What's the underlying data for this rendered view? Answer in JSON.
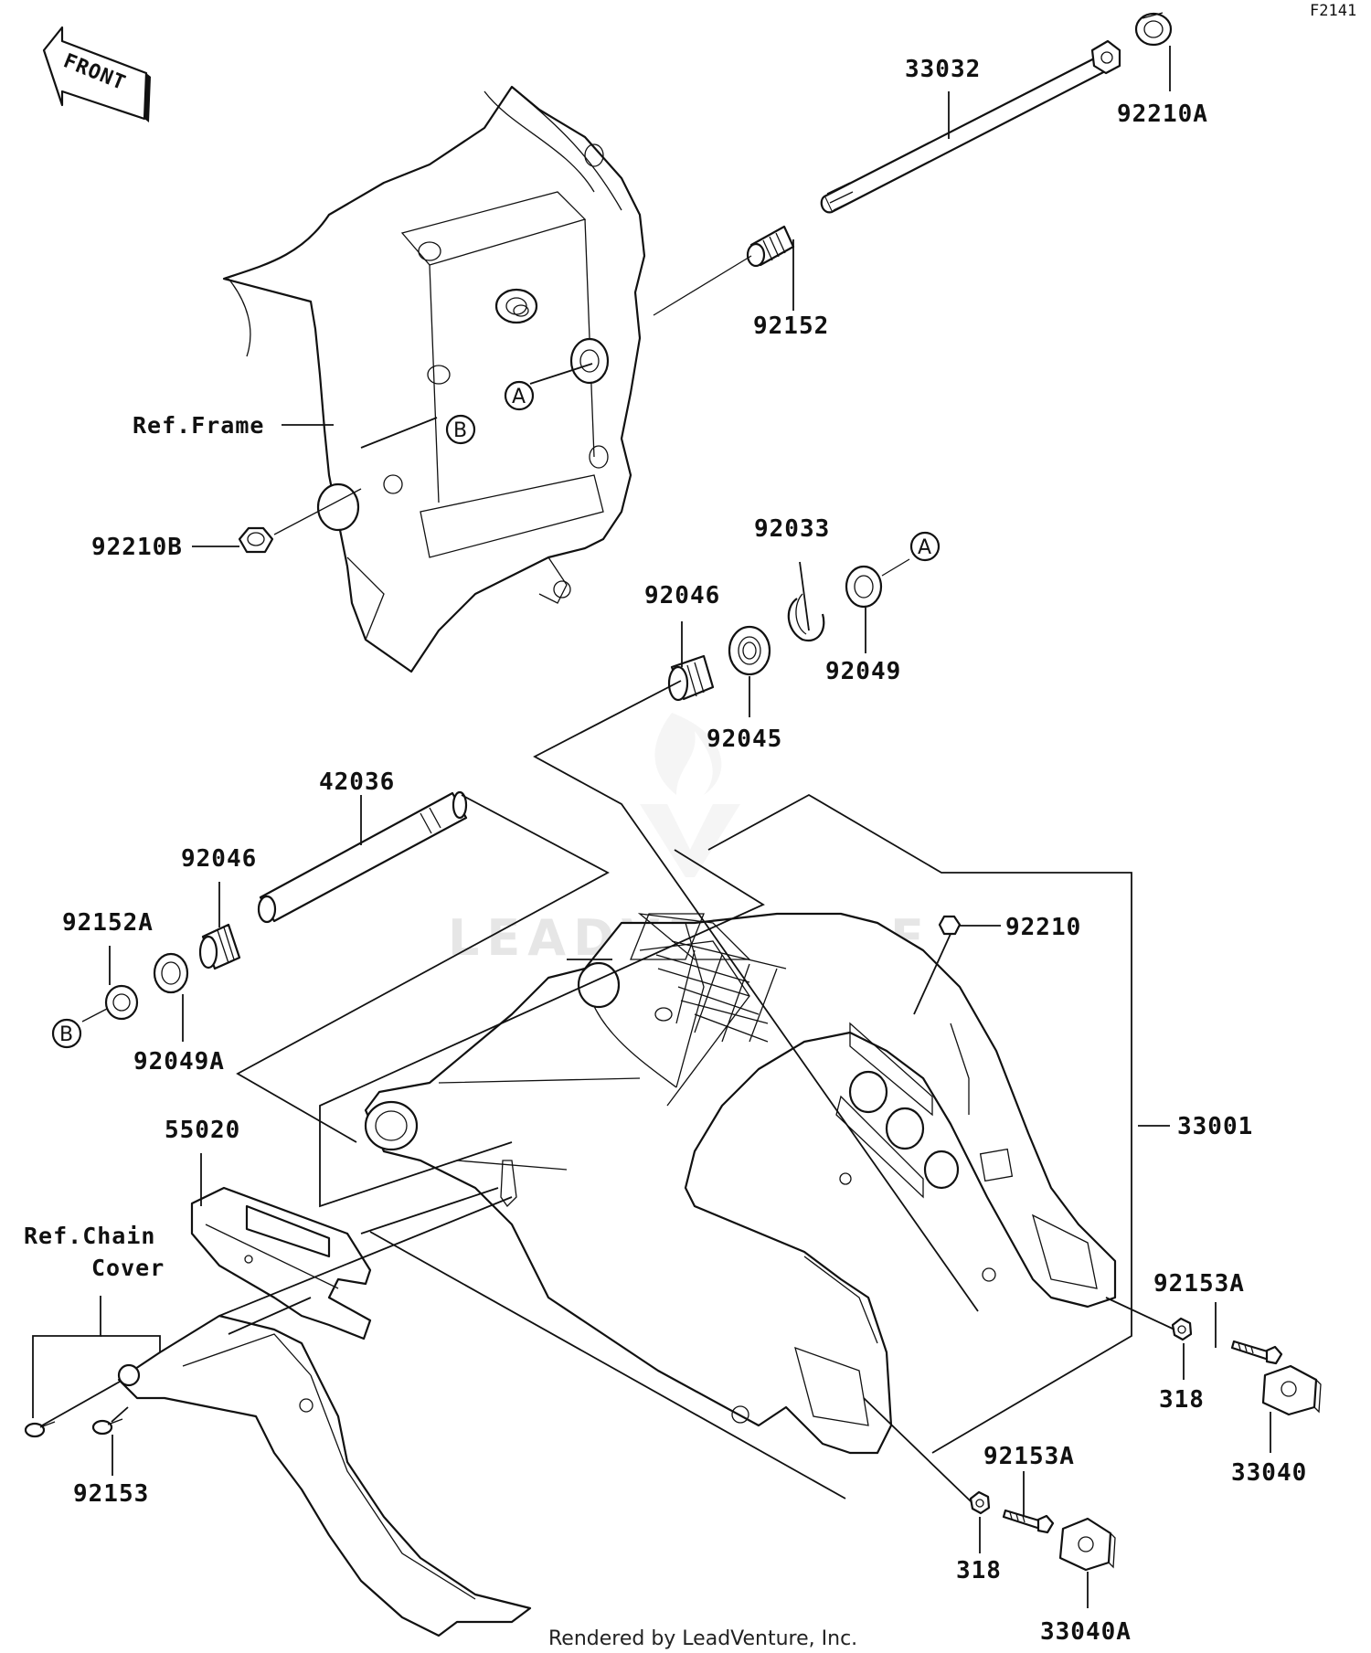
{
  "figure_code": "F2141",
  "front_label": "FRONT",
  "footer": "Rendered by LeadVenture, Inc.",
  "watermark": "LEADVENTURE",
  "callouts": {
    "a": "A",
    "b": "B"
  },
  "refs": {
    "frame": "Ref.Frame",
    "chain_cover_line1": "Ref.Chain",
    "chain_cover_line2": "Cover"
  },
  "parts": {
    "p33032": "33032",
    "p92210A": "92210A",
    "p92152": "92152",
    "p92210B": "92210B",
    "p92033": "92033",
    "p92046_upper": "92046",
    "p92049": "92049",
    "p92045": "92045",
    "p42036": "42036",
    "p92046_lower": "92046",
    "p92152A": "92152A",
    "p92049A": "92049A",
    "p92210": "92210",
    "p33001": "33001",
    "p55020": "55020",
    "p92153A_right": "92153A",
    "p318_right": "318",
    "p33040": "33040",
    "p92153": "92153",
    "p92153A_bottom": "92153A",
    "p318_bottom": "318",
    "p33040A": "33040A"
  }
}
